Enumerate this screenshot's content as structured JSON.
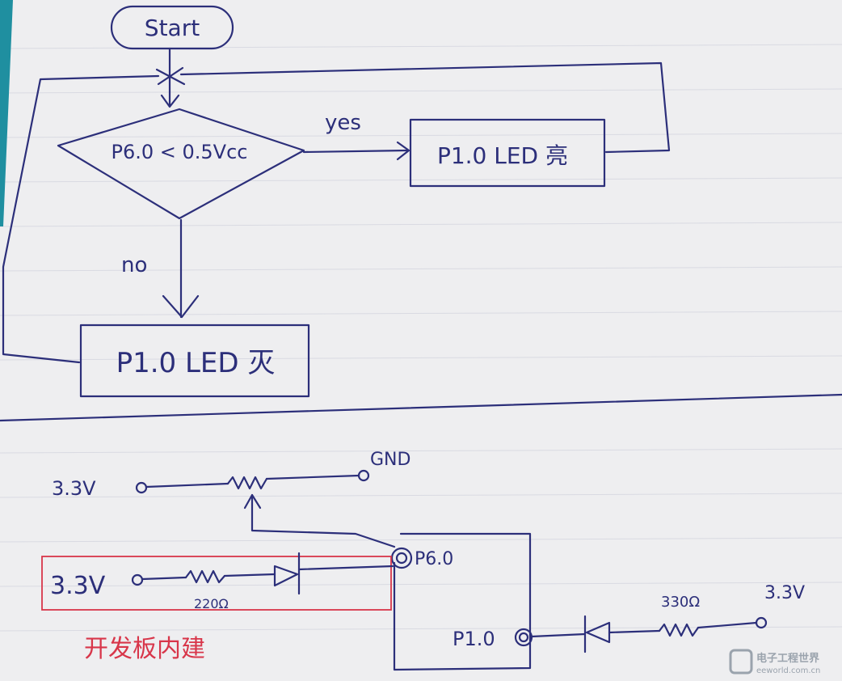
{
  "flowchart": {
    "start": "Start",
    "decision": "P6.0 < 0.5Vcc",
    "yes_label": "yes",
    "no_label": "no",
    "yes_box": "P1.0 LED 亮",
    "no_box": "P1.0 LED 灭"
  },
  "circuit": {
    "top_left_supply": "3.3V",
    "gnd": "GND",
    "boxed_supply": "3.3V",
    "boxed_resistor": "220Ω",
    "pin_input": "P6.0",
    "pin_output": "P1.0",
    "right_resistor": "330Ω",
    "right_supply": "3.3V",
    "board_note": "开发板内建"
  },
  "watermark": {
    "line1": "电子工程世界",
    "line2": "eeworld.com.cn"
  },
  "colors": {
    "ink": "#2c2f7a",
    "red_ink": "#d8364a",
    "paper": "#eeeef0",
    "edge": "#1f8fa0"
  }
}
